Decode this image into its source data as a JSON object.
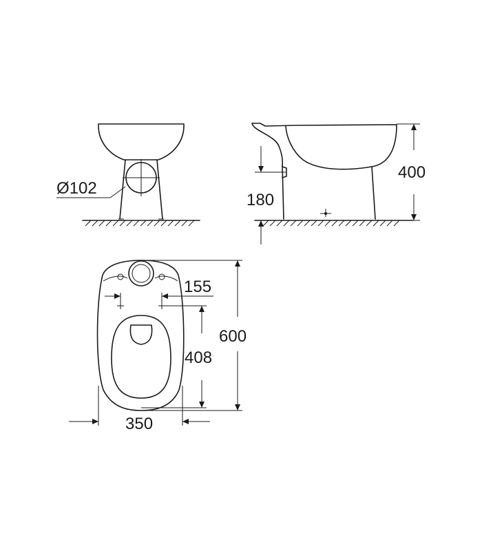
{
  "front_view": {
    "pipe_diameter_label": "Ø102"
  },
  "side_view": {
    "height_label": "400",
    "outlet_height_label": "180"
  },
  "top_view": {
    "depth_label": "600",
    "width_label": "350",
    "fixing_spacing_label": "155",
    "fixing_distance_label": "408"
  }
}
